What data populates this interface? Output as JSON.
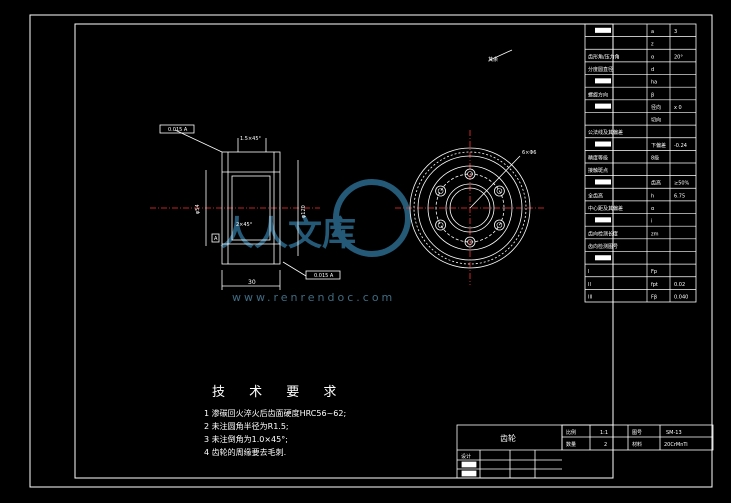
{
  "drawing": {
    "title_block": {
      "part_name": "齿轮",
      "scale_label": "比例",
      "scale_value": "1:1",
      "drawing_no_label": "图号",
      "drawing_no_value": "SM-13",
      "qty_label": "数量",
      "qty_value": "2",
      "material_label": "材料",
      "material_value": "20CrMnTi",
      "designer_label": "设计"
    },
    "tech_requirements": {
      "heading": "技 术 要 求",
      "items": [
        "1  渗碳回火淬火后齿面硬度HRC56~62;",
        "2  未注圆角半径为R1.5;",
        "3  未注倒角为1.0×45°;",
        "4  齿轮的周缘要去毛刺."
      ]
    },
    "param_table": {
      "rows": [
        {
          "c1": "",
          "c2": "a",
          "c3": "3"
        },
        {
          "c1": "",
          "c2": "z",
          "c3": ""
        },
        {
          "c1": "齿形角/压力角",
          "c2": "α",
          "c3": "20°"
        },
        {
          "c1": "分度圆直径",
          "c2": "d",
          "c3": ""
        },
        {
          "c1": "",
          "c2": "ha",
          "c3": ""
        },
        {
          "c1": "螺旋方向",
          "c2": "β",
          "c3": ""
        },
        {
          "c1": "",
          "c2": "径向",
          "c3": "x  0"
        },
        {
          "c1": "",
          "c2": "切向",
          "c3": ""
        },
        {
          "c1": "公法线及其偏差",
          "c2": "",
          "c3": ""
        },
        {
          "c1": "",
          "c2": "下偏差",
          "c3": "-0.24"
        },
        {
          "c1": "精度等级",
          "c2": "8级",
          "c3": ""
        },
        {
          "c1": "接触斑点",
          "c2": "",
          "c3": ""
        },
        {
          "c1": "",
          "c2": "齿高",
          "c3": "≥50%"
        },
        {
          "c1": "全齿高",
          "c2": "h",
          "c3": "6.75"
        },
        {
          "c1": "中心距及其偏差",
          "c2": "α",
          "c3": ""
        },
        {
          "c1": "",
          "c2": "i",
          "c3": ""
        },
        {
          "c1": "齿向检测长度",
          "c2": "zm",
          "c3": ""
        },
        {
          "c1": "齿向检测图号",
          "c2": "",
          "c3": ""
        },
        {
          "c1": "",
          "c2": "",
          "c3": ""
        },
        {
          "c1": "I",
          "c2": "Fp",
          "c3": ""
        },
        {
          "c1": "II",
          "c2": "fpt",
          "c3": "0.02"
        },
        {
          "c1": "III",
          "c2": "Fβ",
          "c3": "0.040"
        }
      ]
    },
    "annotations": {
      "flatness1": "0.015 A",
      "flatness2": "0.015 A",
      "width_dim": "30",
      "chamfer": "1.5×45°",
      "section_note": "2×45°",
      "hole_note": "6×Φ6",
      "datum": "A",
      "dim_left": "φ54",
      "dim_right": "φ120",
      "view_label": "其余",
      "watermark": "www.renrendoc.com",
      "watermark_brand": "人人文库"
    }
  }
}
